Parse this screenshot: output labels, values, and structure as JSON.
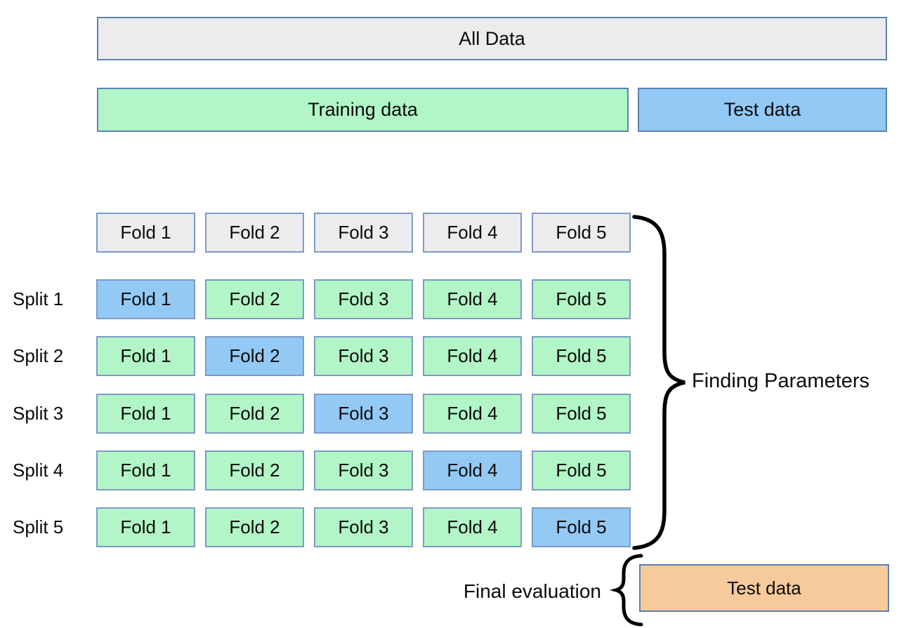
{
  "figure": {
    "all_data_label": "All Data",
    "training_label": "Training data",
    "test_label": "Test data"
  },
  "grid": {
    "fold_count": 5,
    "split_count": 5,
    "header": {
      "cells": [
        {
          "label": "Fold 1",
          "role": "header"
        },
        {
          "label": "Fold 2",
          "role": "header"
        },
        {
          "label": "Fold 3",
          "role": "header"
        },
        {
          "label": "Fold 4",
          "role": "header"
        },
        {
          "label": "Fold 5",
          "role": "header"
        }
      ]
    },
    "rows": [
      {
        "label": "Split 1",
        "cells": [
          {
            "label": "Fold 1",
            "role": "test"
          },
          {
            "label": "Fold 2",
            "role": "train"
          },
          {
            "label": "Fold 3",
            "role": "train"
          },
          {
            "label": "Fold 4",
            "role": "train"
          },
          {
            "label": "Fold 5",
            "role": "train"
          }
        ]
      },
      {
        "label": "Split 2",
        "cells": [
          {
            "label": "Fold 1",
            "role": "train"
          },
          {
            "label": "Fold 2",
            "role": "test"
          },
          {
            "label": "Fold 3",
            "role": "train"
          },
          {
            "label": "Fold 4",
            "role": "train"
          },
          {
            "label": "Fold 5",
            "role": "train"
          }
        ]
      },
      {
        "label": "Split 3",
        "cells": [
          {
            "label": "Fold 1",
            "role": "train"
          },
          {
            "label": "Fold 2",
            "role": "train"
          },
          {
            "label": "Fold 3",
            "role": "test"
          },
          {
            "label": "Fold 4",
            "role": "train"
          },
          {
            "label": "Fold 5",
            "role": "train"
          }
        ]
      },
      {
        "label": "Split 4",
        "cells": [
          {
            "label": "Fold 1",
            "role": "train"
          },
          {
            "label": "Fold 2",
            "role": "train"
          },
          {
            "label": "Fold 3",
            "role": "train"
          },
          {
            "label": "Fold 4",
            "role": "test"
          },
          {
            "label": "Fold 5",
            "role": "train"
          }
        ]
      },
      {
        "label": "Split 5",
        "cells": [
          {
            "label": "Fold 1",
            "role": "train"
          },
          {
            "label": "Fold 2",
            "role": "train"
          },
          {
            "label": "Fold 3",
            "role": "train"
          },
          {
            "label": "Fold 4",
            "role": "train"
          },
          {
            "label": "Fold 5",
            "role": "test"
          }
        ]
      }
    ]
  },
  "annotations": {
    "finding_parameters_label": "Finding Parameters",
    "final_evaluation_label": "Final evaluation",
    "final_test_label": "Test data"
  },
  "colors": {
    "train_green": "#b2f5c6",
    "test_blue": "#93c9f5",
    "final_test_orange": "#f6ca9a",
    "neutral_gray": "#ececee",
    "box_border": "#5d81b4",
    "cell_border": "#7d9bc8"
  }
}
